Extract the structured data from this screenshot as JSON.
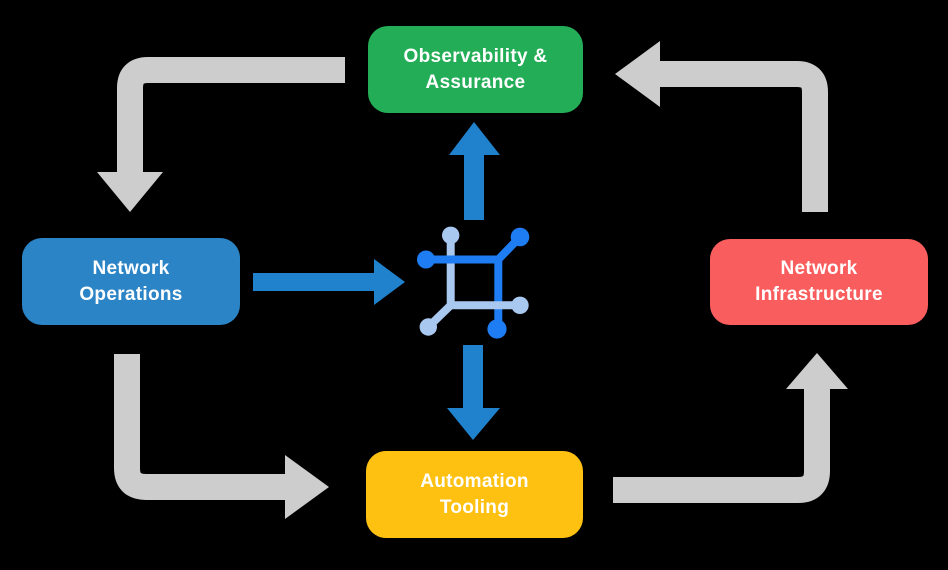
{
  "diagram": {
    "nodes": {
      "observability": {
        "label": "Observability &\nAssurance",
        "color": "#23AD56"
      },
      "operations": {
        "label": "Network\nOperations",
        "color": "#2B84C6"
      },
      "infrastructure": {
        "label": "Network\nInfrastructure",
        "color": "#FA5D5D"
      },
      "automation": {
        "label": "Automation\nTooling",
        "color": "#FEC112"
      }
    },
    "colors": {
      "background": "#000000",
      "cycle_arrow": "#CDCDCD",
      "flow_arrow": "#2082CC",
      "icon_primary": "#1E7DF2",
      "icon_secondary": "#A9C8F0",
      "label_text": "#FFFFFF"
    },
    "center_icon": "network-automation-icon",
    "flow": [
      "Observability & Assurance -> Network Operations",
      "Network Operations -> Automation Tooling",
      "Automation Tooling -> Network Infrastructure",
      "Network Infrastructure -> Observability & Assurance"
    ]
  }
}
